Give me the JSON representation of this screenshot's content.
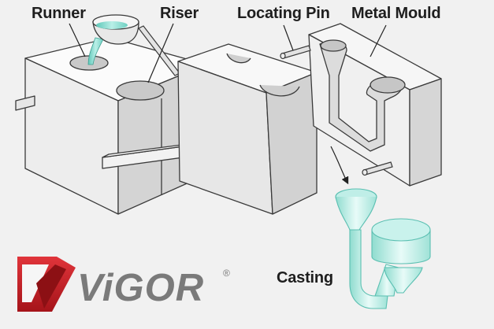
{
  "labels": {
    "runner": "Runner",
    "riser": "Riser",
    "locating_pin": "Locating Pin",
    "metal_mould": "Metal Mould",
    "casting": "Casting"
  },
  "logo": {
    "text": "ViGOR",
    "registered_mark": "®"
  },
  "colors": {
    "molten_metal": "#7fd9cc",
    "mould_face": "#f5f5f5",
    "mould_outline": "#3a3a3a",
    "logo_red": "#c51d22",
    "logo_gray": "#7a7a7a"
  }
}
